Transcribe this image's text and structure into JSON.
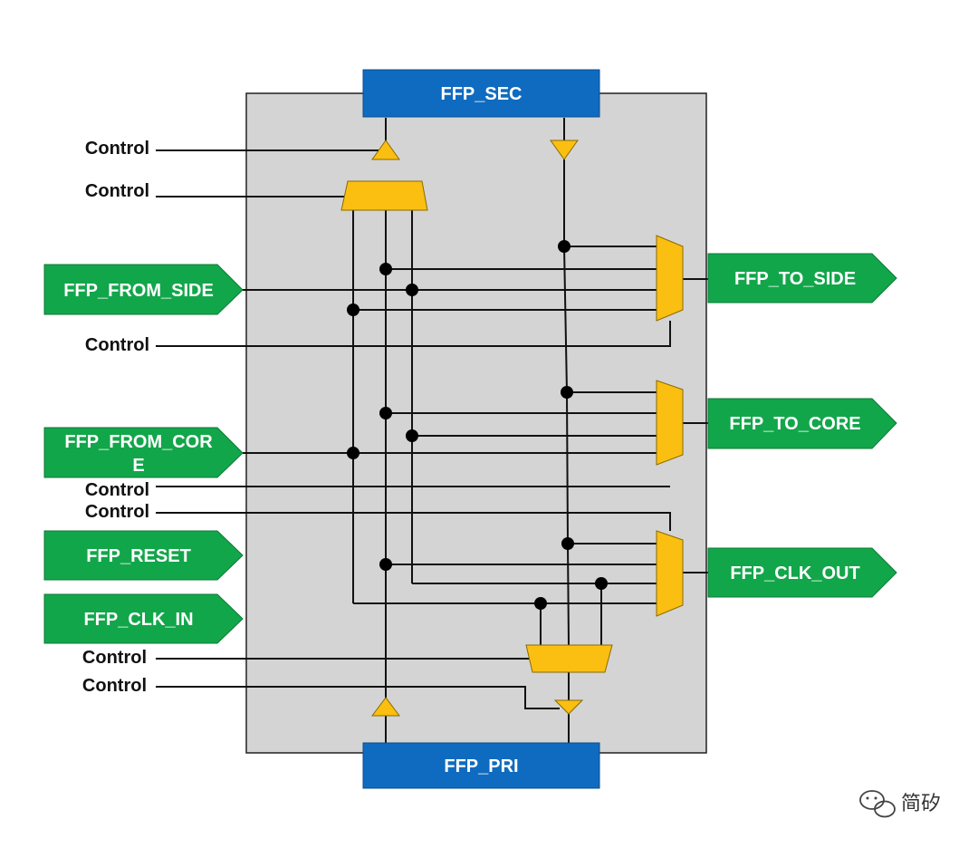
{
  "colors": {
    "panel": "#d4d4d4",
    "blue": "#0f6bbf",
    "green": "#12a64a",
    "amber": "#fbbf11",
    "wire": "#111111"
  },
  "blocks": {
    "sec": "FFP_SEC",
    "pri": "FFP_PRI"
  },
  "inputs": {
    "from_side": "FFP_FROM_SIDE",
    "from_core_line1": "FFP_FROM_COR",
    "from_core_line2": "E",
    "reset": "FFP_RESET",
    "clk_in": "FFP_CLK_IN"
  },
  "outputs": {
    "to_side": "FFP_TO_SIDE",
    "to_core": "FFP_TO_CORE",
    "clk_out": "FFP_CLK_OUT"
  },
  "controls": [
    "Control",
    "Control",
    "Control",
    "Control",
    "Control",
    "Control",
    "Control"
  ],
  "watermark": {
    "icon": "wechat-icon",
    "text": "简矽"
  }
}
